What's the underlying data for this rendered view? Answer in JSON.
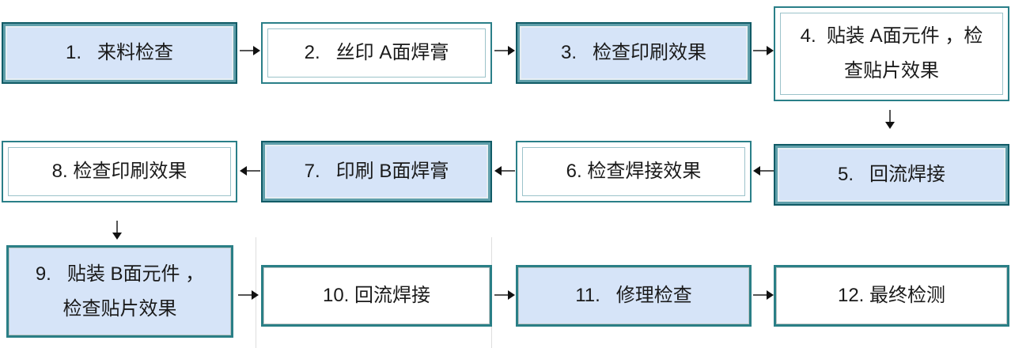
{
  "flow": {
    "description": "SMT assembly process flowchart, 12 steps, boustrophedon layout (row1 left-to-right, row2 right-to-left, row3 left-to-right)",
    "nodes": [
      {
        "step": 1,
        "label": "1.   来料检查",
        "fill": "blue"
      },
      {
        "step": 2,
        "label": "2.   丝印 A面焊膏",
        "fill": "white"
      },
      {
        "step": 3,
        "label": "3.   检查印刷效果",
        "fill": "blue"
      },
      {
        "step": 4,
        "label": "4.  贴装 A面元件 ，检\n查贴片效果",
        "fill": "white"
      },
      {
        "step": 5,
        "label": "5.   回流焊接",
        "fill": "blue"
      },
      {
        "step": 6,
        "label": "6. 检查焊接效果",
        "fill": "white"
      },
      {
        "step": 7,
        "label": "7.   印刷 B面焊膏",
        "fill": "blue"
      },
      {
        "step": 8,
        "label": "8. 检查印刷效果",
        "fill": "white"
      },
      {
        "step": 9,
        "label": "9.   贴装 B面元件 ，\n检查贴片效果",
        "fill": "blue"
      },
      {
        "step": 10,
        "label": "10. 回流焊接",
        "fill": "white"
      },
      {
        "step": 11,
        "label": "11.   修理检查",
        "fill": "blue"
      },
      {
        "step": 12,
        "label": "12. 最终检测",
        "fill": "white"
      }
    ],
    "connections": [
      {
        "from": 1,
        "to": 2,
        "direction": "right"
      },
      {
        "from": 2,
        "to": 3,
        "direction": "right"
      },
      {
        "from": 3,
        "to": 4,
        "direction": "right"
      },
      {
        "from": 4,
        "to": 5,
        "direction": "down"
      },
      {
        "from": 5,
        "to": 6,
        "direction": "left"
      },
      {
        "from": 6,
        "to": 7,
        "direction": "left"
      },
      {
        "from": 7,
        "to": 8,
        "direction": "left"
      },
      {
        "from": 8,
        "to": 9,
        "direction": "down"
      },
      {
        "from": 9,
        "to": 10,
        "direction": "right"
      },
      {
        "from": 10,
        "to": 11,
        "direction": "right"
      },
      {
        "from": 11,
        "to": 12,
        "direction": "right"
      }
    ],
    "colors": {
      "node_fill_highlight": "#d6e4f8",
      "node_fill_default": "#ffffff",
      "border_teal_dark": "#115b66",
      "border_teal_mid": "#2a7f88",
      "border_teal_light": "#5f9faa",
      "arrow_color": "#111111",
      "text_color": "#1a1a1a"
    }
  }
}
